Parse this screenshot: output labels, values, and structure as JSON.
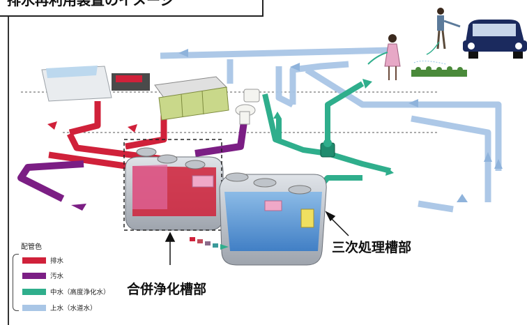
{
  "header": {
    "title": "排水再利用装置のイメージ"
  },
  "labels": {
    "combined_tank": "合併浄化槽部",
    "tertiary_tank": "三次処理槽部"
  },
  "legend": {
    "title": "配管色",
    "items": [
      {
        "label": "排水",
        "color": "#d0213a"
      },
      {
        "label": "汚水",
        "color": "#7b1e84"
      },
      {
        "label": "中水（高度浄化水）",
        "color": "#2fae8c"
      },
      {
        "label": "上水（水道水）",
        "color": "#a9c6e6"
      }
    ]
  },
  "colors": {
    "drain": "#d0213a",
    "sewage": "#7b1e84",
    "gray_water": "#2fae8c",
    "tap_water": "#a9c6e6",
    "tank_shell": "#c8ccd3"
  },
  "icons": [
    "bathtub-icon",
    "kitchen-sink-icon",
    "toilet-icon",
    "person-watering-plants-icon",
    "person-washing-car-icon",
    "car-icon",
    "pump-icon"
  ]
}
